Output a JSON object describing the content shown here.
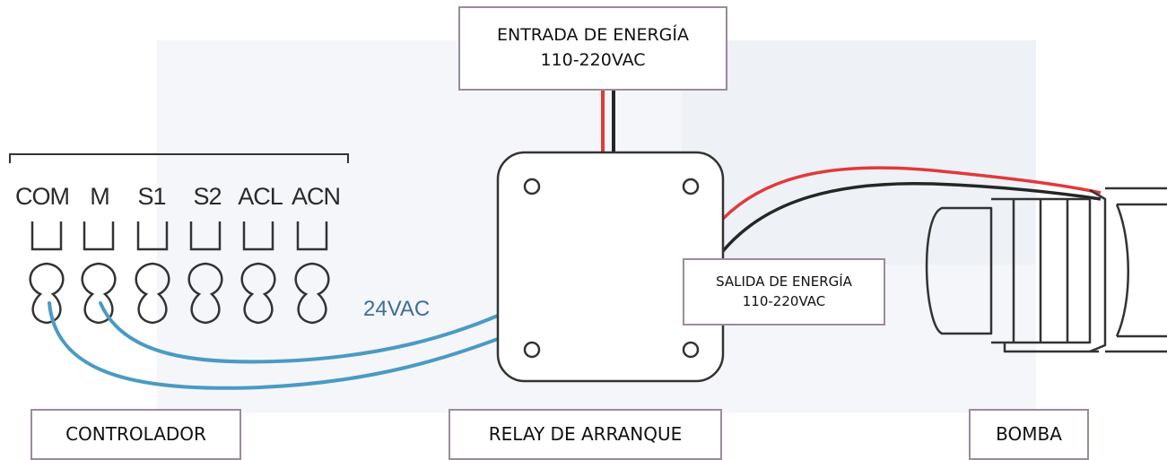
{
  "labels": {
    "power_input": [
      "ENTRADA DE ENERGÍA",
      "110-220VAC"
    ],
    "power_output": [
      "SALIDA DE ENERGÍA",
      "110-220VAC"
    ],
    "controller": "CONTROLADOR",
    "relay": "RELAY DE ARRANQUE",
    "pump": "BOMBA",
    "wire_voltage": "24VAC"
  },
  "terminals": [
    "COM",
    "M",
    "S1",
    "S2",
    "ACL",
    "ACN"
  ],
  "colors": {
    "control_wire": "#4a9ac4",
    "live_wire": "#e03a3a",
    "neutral_wire": "#262626",
    "line_art": "#333333",
    "box_border": "#9c8a9c"
  }
}
